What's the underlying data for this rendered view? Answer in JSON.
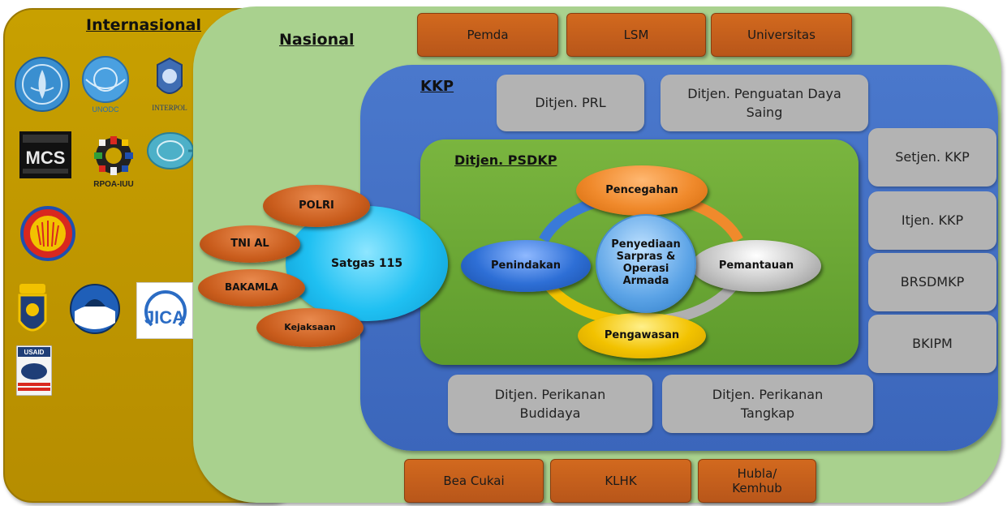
{
  "international": {
    "title": "Internasional",
    "logos": [
      {
        "name": "fao-logo"
      },
      {
        "name": "unodc-logo",
        "caption": "UNODC"
      },
      {
        "name": "interpol-logo",
        "caption": "INTERPOL"
      },
      {
        "name": "mcs-network-logo",
        "caption": "MCS"
      },
      {
        "name": "rpoa-iuu-logo",
        "caption": "RPOA-IUU"
      },
      {
        "name": "globe-agency-logo"
      },
      {
        "name": "asean-logo"
      },
      {
        "name": "afma-logo"
      },
      {
        "name": "noaa-logo"
      },
      {
        "name": "jica-logo",
        "caption": "JICA"
      },
      {
        "name": "usaid-logo",
        "caption": "USAID"
      }
    ]
  },
  "national": {
    "title": "Nasional",
    "top_partners": [
      "Pemda",
      "LSM",
      "Universitas"
    ],
    "bottom_partners": [
      "Bea Cukai",
      "KLHK",
      "Hubla/\nKemhub"
    ]
  },
  "satgas": {
    "label": "Satgas 115",
    "members": [
      "POLRI",
      "TNI AL",
      "BAKAMLA",
      "Kejaksaan"
    ]
  },
  "kkp": {
    "title": "KKP",
    "top_units": [
      "Ditjen. PRL",
      "Ditjen. Penguatan Daya Saing"
    ],
    "side_units": [
      "Setjen. KKP",
      "Itjen. KKP",
      "BRSDMKP",
      "BKIPM"
    ],
    "bottom_units": [
      "Ditjen. Perikanan Budidaya",
      "Ditjen. Perikanan Tangkap"
    ]
  },
  "psdkp": {
    "title": "Ditjen. PSDKP",
    "center": "Penyediaan Sarpras & Operasi Armada",
    "top": "Pencegahan",
    "left": "Penindakan",
    "right": "Pemantauan",
    "bottom": "Pengawasan",
    "colors": {
      "top": "#f08a2c",
      "left": "#2e6fd6",
      "right": "#a6a6a6",
      "bottom": "#f2c200",
      "center": "#5ba3e6"
    }
  }
}
